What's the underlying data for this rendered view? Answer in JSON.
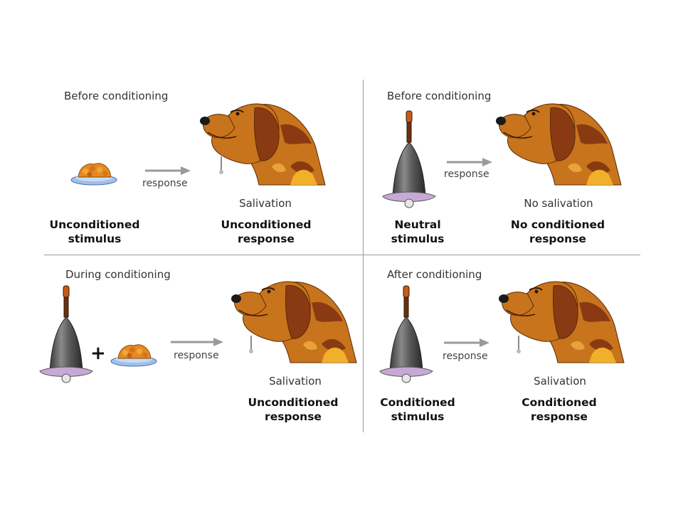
{
  "panels": {
    "top_left": {
      "phase": "Before conditioning",
      "response_word": "response",
      "outcome": "Salivation",
      "stimulus_line1": "Unconditioned",
      "stimulus_line2": "stimulus",
      "response_line1": "Unconditioned",
      "response_line2": "response"
    },
    "top_right": {
      "phase": "Before conditioning",
      "response_word": "response",
      "outcome": "No salivation",
      "stimulus_line1": "Neutral",
      "stimulus_line2": "stimulus",
      "response_line1": "No conditioned",
      "response_line2": "response"
    },
    "bottom_left": {
      "phase": "During conditioning",
      "response_word": "response",
      "plus": "+",
      "outcome": "Salivation",
      "response_line1": "Unconditioned",
      "response_line2": "response"
    },
    "bottom_right": {
      "phase": "After conditioning",
      "response_word": "response",
      "outcome": "Salivation",
      "stimulus_line1": "Conditioned",
      "stimulus_line2": "stimulus",
      "response_line1": "Conditioned",
      "response_line2": "response"
    }
  },
  "colors": {
    "dog_body": "#c8741c",
    "dog_dark_patch": "#8a3a12",
    "dog_light_patch": "#f0b02a",
    "bell_body": "#555555",
    "food": "#e48a20",
    "bowl": "#7aa3d8",
    "arrow": "#9a9a9a",
    "divider": "#9a9a9a"
  },
  "icons": [
    "food-bowl-icon",
    "dog-head-icon",
    "bell-icon",
    "arrow-icon",
    "plus-icon",
    "drool-icon"
  ]
}
